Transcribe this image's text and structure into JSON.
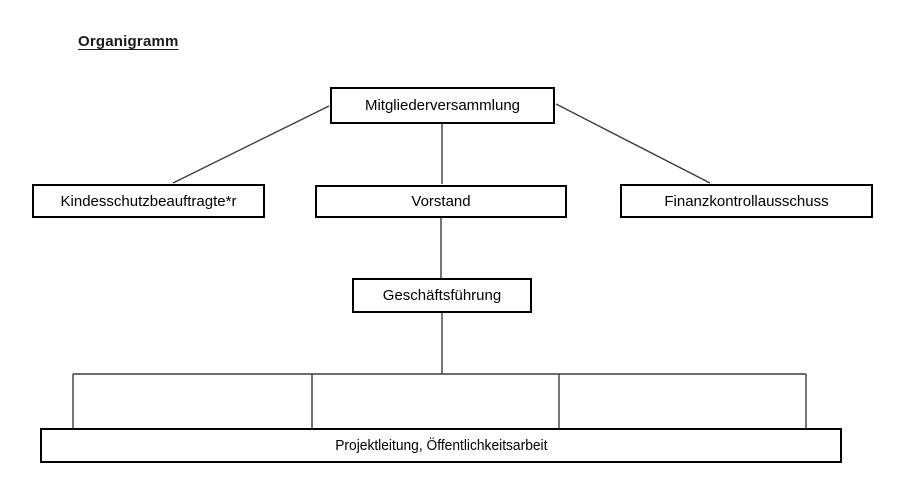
{
  "title": "Organigramm",
  "colors": {
    "background": "#ffffff",
    "box_border": "#000000",
    "connector": "#3d3d3d",
    "text": "#000000"
  },
  "nodes": {
    "mitgliederversammlung": {
      "label": "Mitgliederversammlung"
    },
    "kindesschutzbeauftragte": {
      "label": "Kindesschutzbeauftragte*r"
    },
    "vorstand": {
      "label": "Vorstand"
    },
    "finanzkontrollausschuss": {
      "label": "Finanzkontrollausschuss"
    },
    "geschaeftsfuehrung": {
      "label": "Geschäftsführung"
    },
    "projektleitung": {
      "label": "Projektleitung, Öffentlichkeitsarbeit"
    }
  },
  "edges": [
    {
      "from": "mitgliederversammlung",
      "to": "kindesschutzbeauftragte"
    },
    {
      "from": "mitgliederversammlung",
      "to": "vorstand"
    },
    {
      "from": "mitgliederversammlung",
      "to": "finanzkontrollausschuss"
    },
    {
      "from": "vorstand",
      "to": "geschaeftsfuehrung"
    },
    {
      "from": "geschaeftsfuehrung",
      "to": "projektleitung"
    }
  ]
}
